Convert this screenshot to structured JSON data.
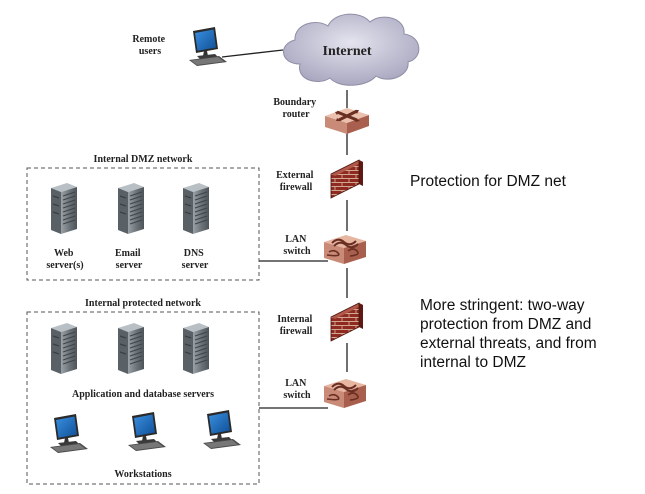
{
  "diagram": {
    "labels": {
      "remote_users": [
        "Remote",
        "users"
      ],
      "internet": "Internet",
      "boundary_router": [
        "Boundary",
        "router"
      ],
      "external_firewall": [
        "External",
        "firewall"
      ],
      "lan_switch_1": [
        "LAN",
        "switch"
      ],
      "internal_firewall": [
        "Internal",
        "firewall"
      ],
      "lan_switch_2": [
        "LAN",
        "switch"
      ],
      "dmz_title": "Internal DMZ network",
      "web_server": [
        "Web",
        "server(s)"
      ],
      "email_server": [
        "Email",
        "server"
      ],
      "dns_server": [
        "DNS",
        "server"
      ],
      "protected_title": "Internal protected network",
      "app_db_servers": "Application and database servers",
      "workstations": "Workstations"
    }
  },
  "notes": {
    "dmz_protection": [
      "Protection for DMZ net"
    ],
    "internal_protection": [
      "More stringent: two-way",
      "protection from DMZ and",
      "external threats, and from",
      "internal to DMZ"
    ]
  },
  "colors": {
    "brick": "#8e2a1f",
    "brick_mortar": "#c7a08c",
    "router_top": "#e8b7a3",
    "router_side": "#b9705e",
    "cloud": "#b9b8cc",
    "monitor_screen": "#1d6fc0",
    "server_body": "#6f777d"
  }
}
